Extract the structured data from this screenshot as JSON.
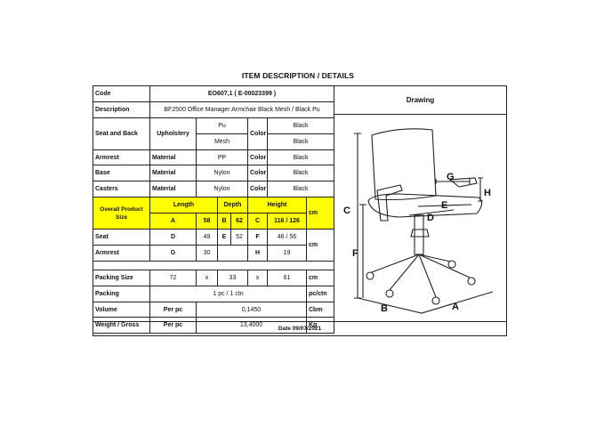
{
  "header": {
    "title": "ITEM DESCRIPTION / DETAILS"
  },
  "rows": {
    "code": {
      "label": "Code",
      "value": "EO607,1  ( E-00023399 )"
    },
    "description": {
      "label": "Description",
      "value": "BF2500 Office Manager Armchair Black Mesh / Black Pu"
    },
    "seat_back": {
      "label": "Seat and Back",
      "material_label": "Upholstery",
      "material_1": "Pu",
      "material_2": "Mesh",
      "color_label": "Color",
      "color_1": "Black",
      "color_2": "Black"
    },
    "armrest": {
      "label": "Armrest",
      "material_label": "Material",
      "material": "PP",
      "color_label": "Color",
      "color": "Black"
    },
    "base": {
      "label": "Base",
      "material_label": "Material",
      "material": "Nylon",
      "color_label": "Color",
      "color": "Black"
    },
    "casters": {
      "label": "Casters",
      "material_label": "Material",
      "material": "Nylon",
      "color_label": "Color",
      "color": "Black"
    }
  },
  "size": {
    "label": "Overall Product Size",
    "length_label": "Length",
    "depth_label": "Depth",
    "height_label": "Height",
    "a_label": "A",
    "a_value": "58",
    "b_label": "B",
    "b_value": "62",
    "c_label": "C",
    "c_value": "116 / 126",
    "unit": "cm",
    "seat_label": "Seat",
    "d_label": "D",
    "d_value": "49",
    "e_label": "E",
    "e_value": "52",
    "f_label": "F",
    "f_value": "46 / 56",
    "seat_unit": "cm",
    "armrest_label": "Armrest",
    "g_label": "G",
    "g_value": "30",
    "h_label": "H",
    "h_value": "19"
  },
  "packing": {
    "size_label": "Packing Size",
    "dim1": "72",
    "x1": "x",
    "dim2": "33",
    "x2": "x",
    "dim3": "61",
    "unit": "cm",
    "packing_label": "Packing",
    "packing_value": "1 pc / 1 ctn",
    "packing_unit": "pc/ctn",
    "volume_label": "Volume",
    "volume_per": "Per pc",
    "volume_value": "0,1450",
    "volume_unit": "Cbm",
    "weight_label": "Weight / Gross",
    "weight_per": "Per pc",
    "weight_value": "13,4000",
    "weight_unit": "Kg"
  },
  "footer": {
    "date": "Date 09/07/2021"
  },
  "drawing": {
    "title": "Drawing",
    "labels": {
      "a": "A",
      "b": "B",
      "c": "C",
      "d": "D",
      "e": "E",
      "f": "F",
      "g": "G",
      "h": "H"
    }
  },
  "colors": {
    "highlight": "#ffff00",
    "line": "#222222"
  }
}
